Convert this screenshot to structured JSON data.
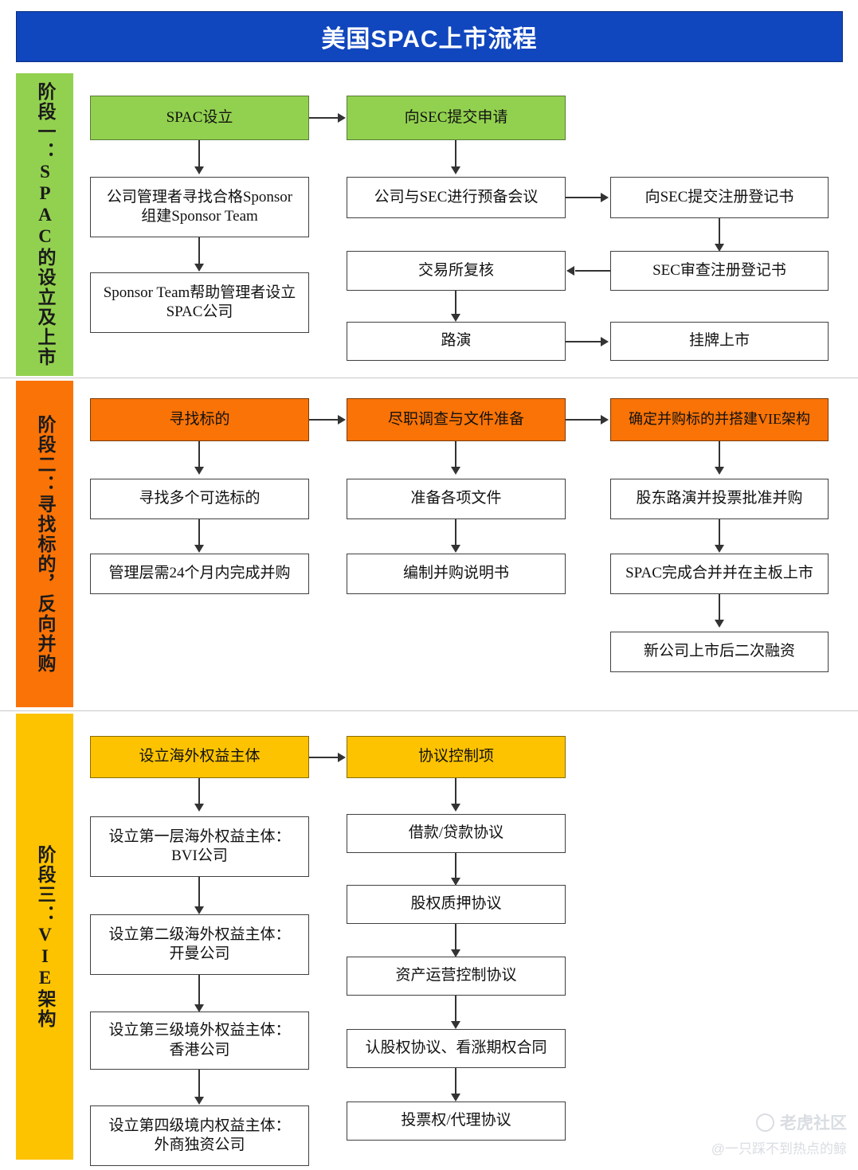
{
  "header": {
    "title": "美国SPAC上市流程",
    "bg_color": "#1046BE",
    "text_color": "#FFFFFF"
  },
  "phases": [
    {
      "id": "phase-1",
      "label": "阶段一：SPAC的设立及上市",
      "color": "#92D14F"
    },
    {
      "id": "phase-2",
      "label": "阶段二：寻找标的，反向并购",
      "color": "#F97306"
    },
    {
      "id": "phase-3",
      "label": "阶段三：VIE架构",
      "color": "#FDC300"
    }
  ],
  "phase1": {
    "n1": "SPAC设立",
    "n2": "公司管理者寻找合格Sponsor",
    "n2b": "组建Sponsor Team",
    "n3": "Sponsor Team帮助管理者设立",
    "n3b": "SPAC公司",
    "n4": "向SEC提交申请",
    "n5": "公司与SEC进行预备会议",
    "n6": "交易所复核",
    "n7": "路演",
    "n8": "向SEC提交注册登记书",
    "n9": "SEC审查注册登记书",
    "n10": "挂牌上市"
  },
  "phase2": {
    "n1": "寻找标的",
    "n2": "寻找多个可选标的",
    "n3": "管理层需24个月内完成并购",
    "n4": "尽职调查与文件准备",
    "n5": "准备各项文件",
    "n6": "编制并购说明书",
    "n7": "确定并购标的并搭建VIE架构",
    "n8": "股东路演并投票批准并购",
    "n9": "SPAC完成合并并在主板上市",
    "n10": "新公司上市后二次融资"
  },
  "phase3": {
    "n1": "设立海外权益主体",
    "n2": "设立第一层海外权益主体：",
    "n2b": "BVI公司",
    "n3": "设立第二级海外权益主体：",
    "n3b": "开曼公司",
    "n4": "设立第三级境外权益主体：",
    "n4b": "香港公司",
    "n5": "设立第四级境内权益主体：",
    "n5b": "外商独资公司",
    "n6": "协议控制项",
    "n7": "借款/贷款协议",
    "n8": "股权质押协议",
    "n9": "资产运营控制协议",
    "n10": "认股权协议、看涨期权合同",
    "n11": "投票权/代理协议"
  },
  "watermark": {
    "brand": "老虎社区",
    "handle": "@一只踩不到热点的鲸"
  }
}
